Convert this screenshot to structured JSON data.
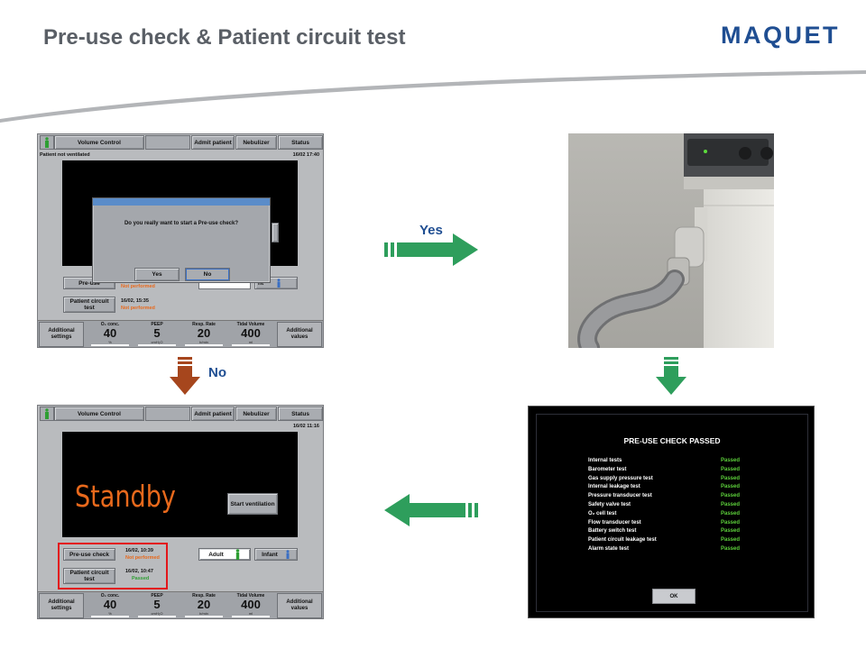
{
  "slide": {
    "title": "Pre-use check & Patient circuit test",
    "brand": "MAQUET"
  },
  "labels": {
    "yes": "Yes",
    "no": "No"
  },
  "vent_top": {
    "tabs": {
      "volume": "Volume Control",
      "admit": "Admit patient",
      "nebulizer": "Nebulizer",
      "status": "Status"
    },
    "status_left": "Patient not ventilated",
    "status_right": "16/02   17:40",
    "standby_fragment": "S",
    "preuse_button": "Pre-use",
    "preuse_status": "Not performed",
    "patient_circuit_button": "Patient circuit test",
    "patient_circuit_date": "16/02, 15:35",
    "patient_circuit_status": "Not performed",
    "infant_fragment": "nt",
    "dialog": {
      "question": "Do you really want to start a Pre-use check?",
      "yes": "Yes",
      "no": "No"
    }
  },
  "vent_bottom": {
    "tabs": {
      "volume": "Volume Control",
      "admit": "Admit patient",
      "nebulizer": "Nebulizer",
      "status": "Status"
    },
    "status_right": "16/02   11:16",
    "standby": "Standby",
    "start_ventilation": "Start ventilation",
    "preuse_button": "Pre-use check",
    "preuse_date": "16/02, 10:39",
    "preuse_status": "Not performed",
    "patient_circuit_button": "Patient circuit test",
    "patient_circuit_date": "16/02, 10:47",
    "patient_circuit_status": "Passed",
    "adult": "Adult",
    "infant": "Infant"
  },
  "bottom_bar": {
    "additional_settings": "Additional settings",
    "additional_values": "Additional values",
    "params": [
      {
        "label": "O₂ conc.",
        "value": "40",
        "unit": "%"
      },
      {
        "label": "PEEP",
        "value": "5",
        "unit": "cmH₂O"
      },
      {
        "label": "Resp. Rate",
        "value": "20",
        "unit": "b/min"
      },
      {
        "label": "Tidal Volume",
        "value": "400",
        "unit": "ml"
      }
    ]
  },
  "result_screen": {
    "title": "PRE-USE CHECK PASSED",
    "tests": [
      {
        "name": "Internal tests",
        "status": "Passed"
      },
      {
        "name": "Barometer test",
        "status": "Passed"
      },
      {
        "name": "Gas supply pressure test",
        "status": "Passed"
      },
      {
        "name": "Internal leakage test",
        "status": "Passed"
      },
      {
        "name": "Pressure transducer test",
        "status": "Passed"
      },
      {
        "name": "Safety valve test",
        "status": "Passed"
      },
      {
        "name": "O₂ cell test",
        "status": "Passed"
      },
      {
        "name": "Flow transducer test",
        "status": "Passed"
      },
      {
        "name": "Battery switch test",
        "status": "Passed"
      },
      {
        "name": "Patient circuit leakage test",
        "status": "Passed"
      },
      {
        "name": "Alarm state test",
        "status": "Passed"
      }
    ],
    "ok": "OK"
  },
  "colors": {
    "brand": "#1f4e92",
    "arrow_green": "#2e9e5c",
    "arrow_brown": "#a6461d",
    "standby_orange": "#e8691c",
    "passed_green": "#5ccf3a",
    "highlight_red": "#e3151a"
  }
}
